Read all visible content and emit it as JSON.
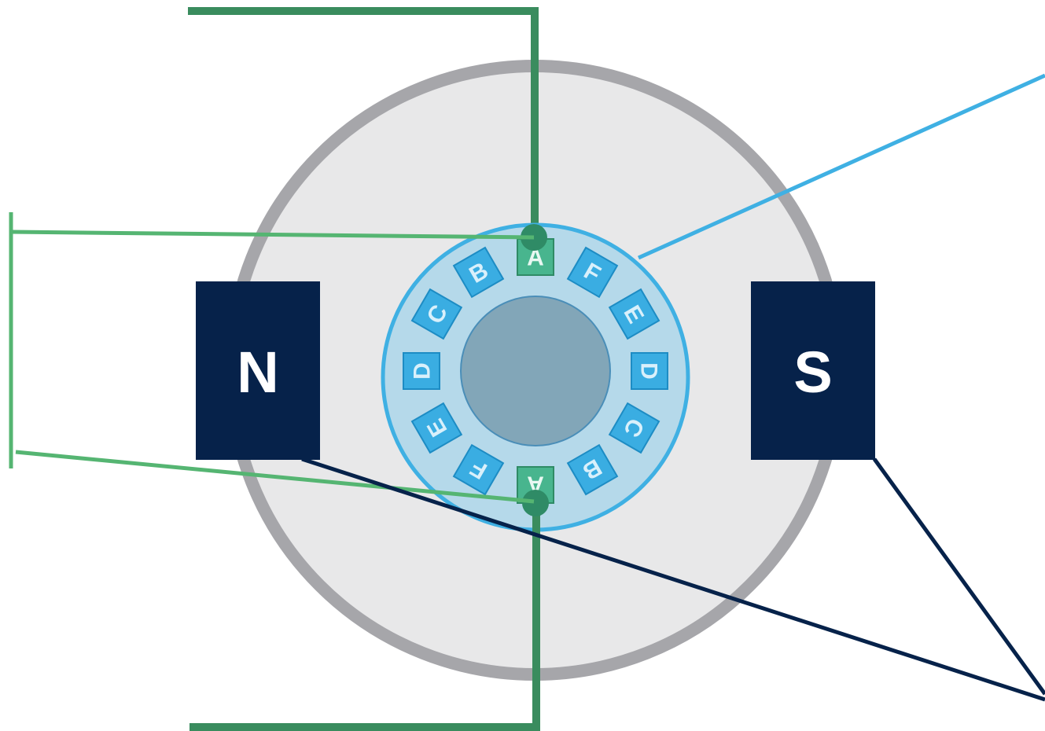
{
  "poles": {
    "north": {
      "label": "N"
    },
    "south": {
      "label": "S"
    }
  },
  "commutator_segments": {
    "top": [
      "A",
      "F",
      "E",
      "D",
      "C",
      "B",
      "A",
      "F",
      "E",
      "D",
      "C",
      "B"
    ]
  },
  "colors": {
    "background": "#ffffff",
    "stator_outline": "#a6a6aa",
    "stator_fill": "#e8e8e9",
    "armature_ring": "#3fb0e3",
    "armature_fill": "#b5d9ea",
    "shaft": "#82a6b8",
    "shaft_outline": "#4a8eb8",
    "segment": "#3aade2",
    "segment_a": "#48b58e",
    "pole_magnet": "#06224a",
    "brush_wire": "#3a8c5e",
    "coil_wire": "#55b572",
    "armature_leader": "#3fb0e3",
    "pole_leader": "#06224a"
  }
}
